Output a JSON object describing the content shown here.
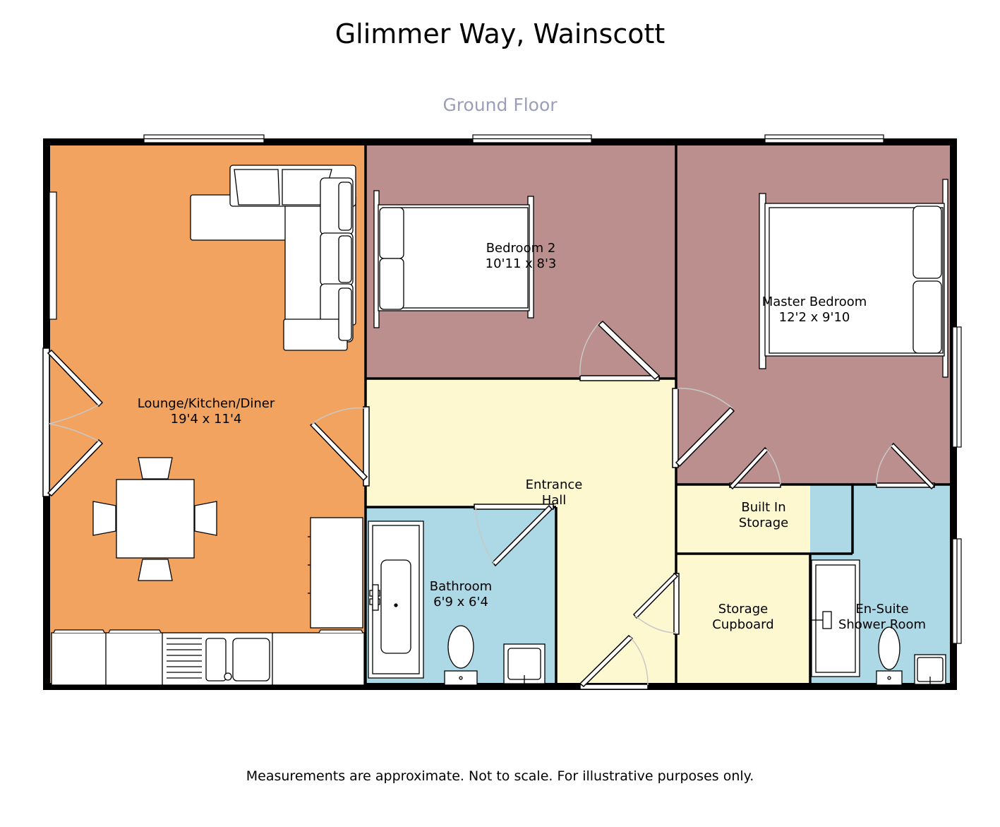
{
  "title": "Glimmer Way, Wainscott",
  "floor": "Ground Floor",
  "disclaimer": "Measurements are approximate. Not to scale. For illustrative purposes only.",
  "colors": {
    "lounge": "#f2a360",
    "bedroom": "#bc8f8f",
    "hall": "#fdf8cf",
    "wet_room": "#add8e6",
    "storage": "#fdf8cf",
    "wall": "#000000",
    "subtitle": "#9a9fb8"
  },
  "rooms": {
    "lounge": {
      "name": "Lounge/Kitchen/Diner",
      "size": "19'4 x 11'4"
    },
    "bedroom2": {
      "name": "Bedroom 2",
      "size": "10'11 x 8'3"
    },
    "master": {
      "name": "Master Bedroom",
      "size": "12'2 x 9'10"
    },
    "hall": {
      "line1": "Entrance",
      "line2": "Hall"
    },
    "bathroom": {
      "name": "Bathroom",
      "size": "6'9 x 6'4"
    },
    "storage": {
      "line1": "Built In",
      "line2": "Storage"
    },
    "cupboard": {
      "line1": "Storage",
      "line2": "Cupboard"
    },
    "ensuite": {
      "line1": "En-Suite",
      "line2": "Shower Room"
    }
  }
}
